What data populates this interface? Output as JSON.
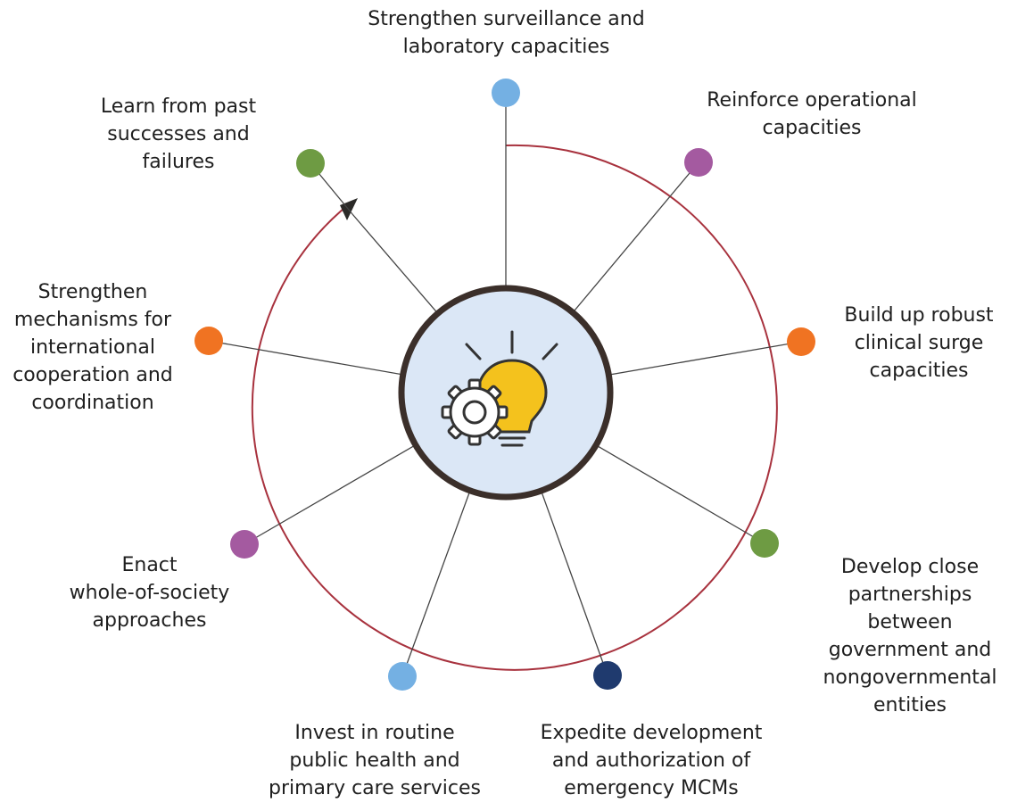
{
  "colors": {
    "red_circle": "#a8323e",
    "spoke": "#444444",
    "hub_fill": "#dbe7f6",
    "hub_ring": "#3b2f2a",
    "bulb": "#f4c21d",
    "gear": "#333333",
    "light_blue": "#74b0e3",
    "purple": "#a45aa0",
    "orange": "#f07322",
    "green": "#6e9b43",
    "navy": "#1f3a6e"
  },
  "hub": {
    "icon": "gear-lightbulb-icon"
  },
  "nodes": [
    {
      "id": "surveillance",
      "label": "Strengthen surveillance and\nlaboratory capacities",
      "color": "light_blue"
    },
    {
      "id": "operational",
      "label": "Reinforce operational\ncapacities",
      "color": "purple"
    },
    {
      "id": "surge",
      "label": "Build up robust\nclinical surge\ncapacities",
      "color": "orange"
    },
    {
      "id": "partnerships",
      "label": "Develop close\npartnerships between\ngovernment and\nnongovernmental\nentities",
      "color": "green"
    },
    {
      "id": "mcms",
      "label": "Expedite development\nand authorization of\nemergency MCMs",
      "color": "navy"
    },
    {
      "id": "routine",
      "label": "Invest in routine\npublic health and\nprimary care services",
      "color": "light_blue"
    },
    {
      "id": "society",
      "label": "Enact\nwhole-of-society\napproaches",
      "color": "purple"
    },
    {
      "id": "international",
      "label": "Strengthen\nmechanisms for\ninternational\ncooperation and\ncoordination",
      "color": "orange"
    },
    {
      "id": "learn",
      "label": "Learn from past\nsuccesses and\nfailures",
      "color": "green"
    }
  ]
}
